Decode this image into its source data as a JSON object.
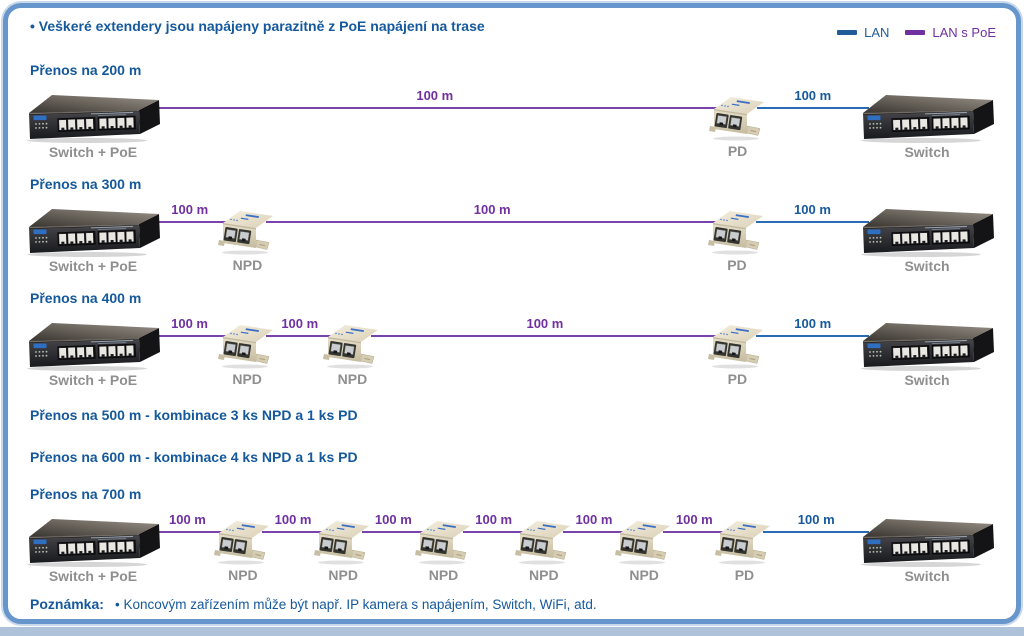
{
  "header": {
    "note": "• Veškeré extendery jsou napájeny parazitně z PoE napájení na trase"
  },
  "legend": {
    "items": [
      {
        "label": "LAN",
        "color": "#1f5c99"
      },
      {
        "label": "LAN s PoE",
        "color": "#7030a0"
      }
    ]
  },
  "sections": [
    {
      "title": "Přenos na 200 m",
      "chain": {
        "items": [
          {
            "kind": "device",
            "type": "switch",
            "label": "Switch + PoE"
          },
          {
            "kind": "link",
            "type": "lan-poe",
            "label": "100 m",
            "len": 551
          },
          {
            "kind": "device",
            "type": "extender",
            "label": "PD"
          },
          {
            "kind": "link",
            "type": "lan",
            "label": "100 m",
            "len": 93
          },
          {
            "kind": "device",
            "type": "switch",
            "label": "Switch"
          }
        ]
      }
    },
    {
      "title": "Přenos na 300 m",
      "chain": {
        "items": [
          {
            "kind": "device",
            "type": "switch",
            "label": "Switch + PoE"
          },
          {
            "kind": "link",
            "type": "lan-poe",
            "label": "100 m",
            "len": 58
          },
          {
            "kind": "device",
            "type": "extender",
            "label": "NPD"
          },
          {
            "kind": "link",
            "type": "lan-poe",
            "label": "100 m",
            "len": 436
          },
          {
            "kind": "device",
            "type": "extender",
            "label": "PD"
          },
          {
            "kind": "link",
            "type": "lan",
            "label": "100 m",
            "len": 94
          },
          {
            "kind": "device",
            "type": "switch",
            "label": "Switch"
          }
        ]
      }
    },
    {
      "title": "Přenos na 400 m",
      "chain": {
        "items": [
          {
            "kind": "device",
            "type": "switch",
            "label": "Switch + PoE"
          },
          {
            "kind": "link",
            "type": "lan-poe",
            "label": "100 m",
            "len": 58
          },
          {
            "kind": "device",
            "type": "extender",
            "label": "NPD"
          },
          {
            "kind": "link",
            "type": "lan-poe",
            "label": "100 m",
            "len": 48
          },
          {
            "kind": "device",
            "type": "extender",
            "label": "NPD"
          },
          {
            "kind": "link",
            "type": "lan-poe",
            "label": "100 m",
            "len": 332
          },
          {
            "kind": "device",
            "type": "extender",
            "label": "PD"
          },
          {
            "kind": "link",
            "type": "lan",
            "label": "100 m",
            "len": 94
          },
          {
            "kind": "device",
            "type": "switch",
            "label": "Switch"
          }
        ]
      }
    },
    {
      "title": "Přenos na 500 m - kombinace 3 ks NPD a 1 ks PD"
    },
    {
      "title": "Přenos na 600 m - kombinace 4 ks NPD a 1 ks PD"
    },
    {
      "title": "Přenos na 700 m",
      "chain": {
        "items": [
          {
            "kind": "device",
            "type": "switch",
            "label": "Switch + PoE"
          },
          {
            "kind": "link",
            "type": "lan-poe",
            "label": "100 m",
            "len": 55
          },
          {
            "kind": "device",
            "type": "extender",
            "label": "NPD"
          },
          {
            "kind": "link",
            "type": "lan-poe",
            "label": "100 m",
            "len": 44
          },
          {
            "kind": "device",
            "type": "extender",
            "label": "NPD"
          },
          {
            "kind": "link",
            "type": "lan-poe",
            "label": "100 m",
            "len": 44
          },
          {
            "kind": "device",
            "type": "extender",
            "label": "NPD"
          },
          {
            "kind": "link",
            "type": "lan-poe",
            "label": "100 m",
            "len": 44
          },
          {
            "kind": "device",
            "type": "extender",
            "label": "NPD"
          },
          {
            "kind": "link",
            "type": "lan-poe",
            "label": "100 m",
            "len": 44
          },
          {
            "kind": "device",
            "type": "extender",
            "label": "NPD"
          },
          {
            "kind": "link",
            "type": "lan-poe",
            "label": "100 m",
            "len": 44
          },
          {
            "kind": "device",
            "type": "extender",
            "label": "PD"
          },
          {
            "kind": "link",
            "type": "lan",
            "label": "100 m",
            "len": 89
          },
          {
            "kind": "device",
            "type": "switch",
            "label": "Switch"
          }
        ]
      }
    }
  ],
  "note": {
    "label": "Poznámka:",
    "text": "• Koncovým zařízením může být např. IP kamera s napájením, Switch, WiFi, atd."
  }
}
